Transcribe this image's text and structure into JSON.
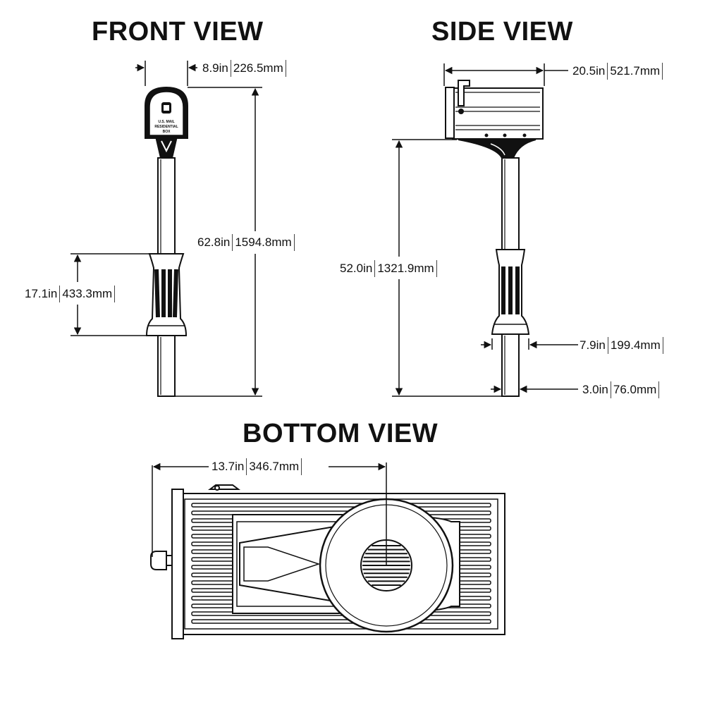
{
  "views": {
    "front": {
      "title": "FRONT VIEW",
      "mailbox_text": [
        "U.S. MAIL",
        "RESIDENTIAL",
        "BOX"
      ],
      "dims": {
        "width": {
          "in": "8.9in",
          "mm": "226.5mm"
        },
        "height": {
          "in": "62.8in",
          "mm": "1594.8mm"
        },
        "base": {
          "in": "17.1in",
          "mm": "433.3mm"
        }
      }
    },
    "side": {
      "title": "SIDE VIEW",
      "dims": {
        "length": {
          "in": "20.5in",
          "mm": "521.7mm"
        },
        "post_height": {
          "in": "52.0in",
          "mm": "1321.9mm"
        },
        "base_width": {
          "in": "7.9in",
          "mm": "199.4mm"
        },
        "post_width": {
          "in": "3.0in",
          "mm": "76.0mm"
        }
      }
    },
    "bottom": {
      "title": "BOTTOM VIEW",
      "dims": {
        "center": {
          "in": "13.7in",
          "mm": "346.7mm"
        }
      }
    }
  },
  "colors": {
    "line": "#111111",
    "fill": "#ffffff"
  }
}
